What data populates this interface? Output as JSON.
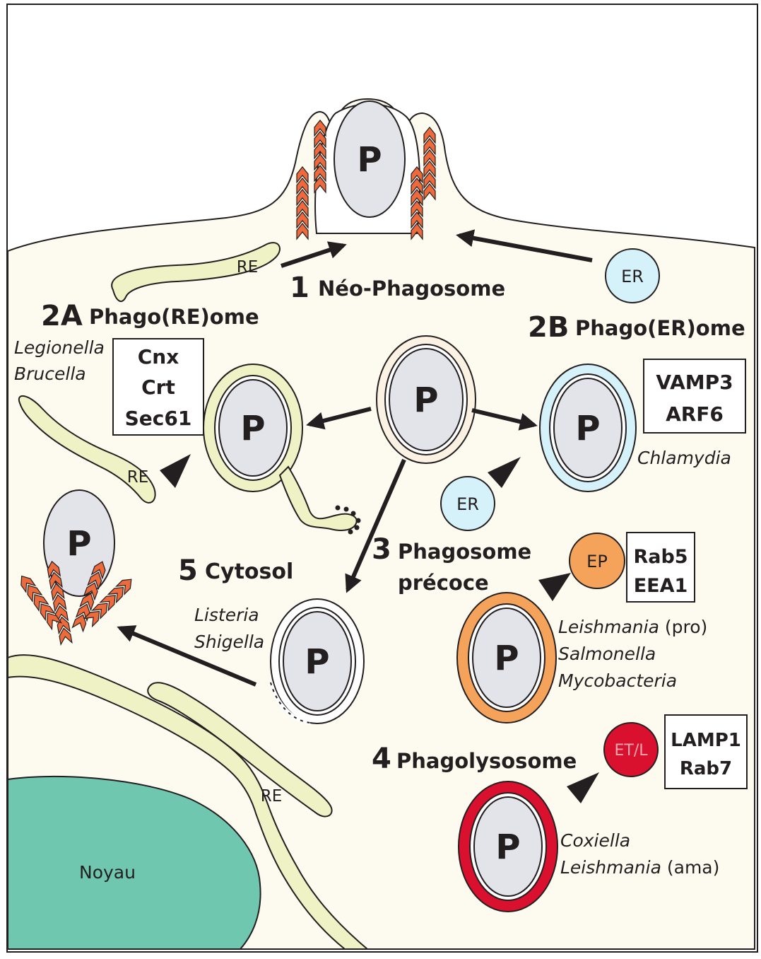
{
  "diagram": {
    "colors": {
      "cytoplasm": "#fdfbf0",
      "phagosome_fill": "#e3e4ea",
      "recycling_endosome": "#eef2c4",
      "early_endosome": "#f5a35a",
      "lysosome": "#d9112e",
      "er_vesicle": "#d5f1fa",
      "nucleus": "#6fc7b0",
      "actin": "#ec6a3c",
      "outline": "#231f20"
    },
    "icons": [
      "actin-filament-icon",
      "arrow-icon",
      "arrowhead-icon",
      "vesicle-icon"
    ],
    "phagosome_letter": "P",
    "stage1": {
      "number": "1",
      "title": "Néo-Phagosome"
    },
    "stage2a": {
      "number": "2A",
      "title": "Phago(RE)ome",
      "pathogens": [
        "Legionella",
        "Brucella"
      ],
      "markers": [
        "Cnx",
        "Crt",
        "Sec61"
      ]
    },
    "stage2b": {
      "number": "2B",
      "title": "Phago(ER)ome",
      "pathogens": [
        "Chlamydia"
      ],
      "markers": [
        "VAMP3",
        "ARF6"
      ]
    },
    "stage3": {
      "number": "3",
      "title_line1": "Phagosome",
      "title_line2": "précoce",
      "pathogens": [
        {
          "name": "Leishmania",
          "suffix": " (pro)"
        },
        {
          "name": "Salmonella",
          "suffix": ""
        },
        {
          "name": "Mycobacteria",
          "suffix": ""
        }
      ],
      "markers": [
        "Rab5",
        "EEA1"
      ]
    },
    "stage4": {
      "number": "4",
      "title": "Phagolysosome",
      "pathogens": [
        {
          "name": "Coxiella",
          "suffix": ""
        },
        {
          "name": "Leishmania",
          "suffix": " (ama)"
        }
      ],
      "markers": [
        "LAMP1",
        "Rab7"
      ]
    },
    "stage5": {
      "number": "5",
      "title": "Cytosol",
      "pathogens": [
        "Listeria",
        "Shigella"
      ]
    },
    "organelles": {
      "re": "RE",
      "er": "ER",
      "ep": "EP",
      "etl": "ET/L",
      "nucleus": "Noyau"
    }
  }
}
